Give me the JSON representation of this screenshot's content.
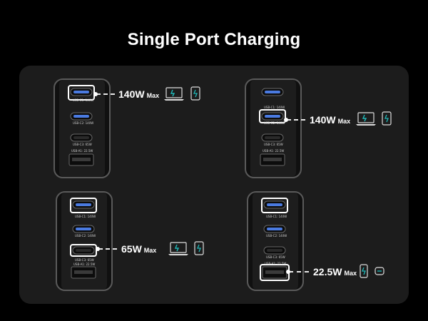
{
  "title": "Single Port Charging",
  "port_labels": {
    "c1": "USB-C1: 140W",
    "c2": "USB-C2: 140W",
    "c3": "USB-C3: 65W",
    "a1": "USB-A1: 22.5W"
  },
  "scenarios": [
    {
      "active_port": "USB-C1",
      "power": "140W",
      "max": "Max",
      "devices": [
        "laptop-icon",
        "tablet-icon"
      ]
    },
    {
      "active_port": "USB-C2",
      "power": "140W",
      "max": "Max",
      "devices": [
        "laptop-icon",
        "tablet-icon"
      ]
    },
    {
      "active_port": "USB-C3",
      "power": "65W",
      "max": "Max",
      "devices": [
        "laptop-icon",
        "tablet-icon"
      ]
    },
    {
      "active_port": "USB-A1",
      "power": "22.5W",
      "max": "Max",
      "devices": [
        "phone-icon",
        "earbuds-icon"
      ]
    }
  ],
  "colors": {
    "port_glow": "#4a7ae0",
    "accent": "#1fb8b8",
    "panel": "#1c1c1c"
  }
}
